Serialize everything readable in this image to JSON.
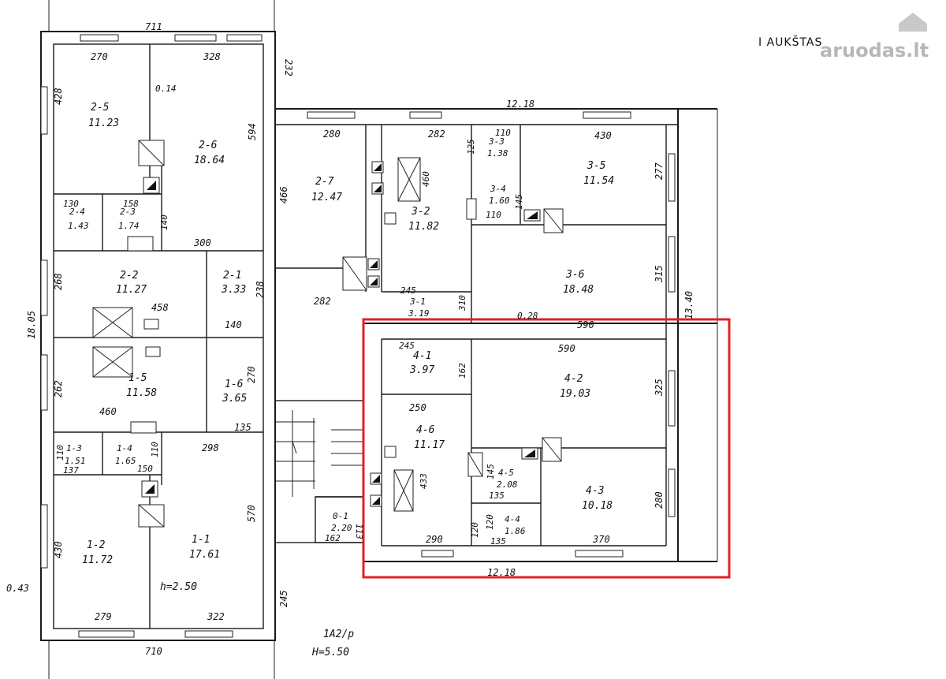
{
  "page_title": "I AUKŠTAS",
  "watermark": "aruodas.lt",
  "highlight_color": "#e0202a",
  "rooms": [
    {
      "id": "2-5",
      "area": "11.23"
    },
    {
      "id": "2-6",
      "area": "18.64"
    },
    {
      "id": "2-4",
      "area": "1.43"
    },
    {
      "id": "2-3",
      "area": "1.74"
    },
    {
      "id": "2-2",
      "area": "11.27"
    },
    {
      "id": "2-1",
      "area": "3.33"
    },
    {
      "id": "2-7",
      "area": "12.47"
    },
    {
      "id": "3-2",
      "area": "11.82"
    },
    {
      "id": "3-3",
      "area": "1.38"
    },
    {
      "id": "3-4",
      "area": "1.60"
    },
    {
      "id": "3-5",
      "area": "11.54"
    },
    {
      "id": "3-6",
      "area": "18.48"
    },
    {
      "id": "3-1",
      "area": "3.19"
    },
    {
      "id": "1-5",
      "area": "11.58"
    },
    {
      "id": "1-6",
      "area": "3.65"
    },
    {
      "id": "1-3",
      "area": "1.51"
    },
    {
      "id": "1-4",
      "area": "1.65"
    },
    {
      "id": "1-2",
      "area": "11.72"
    },
    {
      "id": "1-1",
      "area": "17.61"
    },
    {
      "id": "4-1",
      "area": "3.97"
    },
    {
      "id": "4-2",
      "area": "19.03"
    },
    {
      "id": "4-6",
      "area": "11.17"
    },
    {
      "id": "4-5",
      "area": "2.08"
    },
    {
      "id": "4-3",
      "area": "10.18"
    },
    {
      "id": "4-4",
      "area": "1.86"
    },
    {
      "id": "0-1",
      "area": "2.20"
    }
  ],
  "dimensions": [
    "711",
    "270",
    "328",
    "232",
    "0.14",
    "428",
    "594",
    "12.18",
    "280",
    "282",
    "110",
    "430",
    "125",
    "460",
    "466",
    "277",
    "130",
    "158",
    "110",
    "140",
    "300",
    "145",
    "268",
    "458",
    "238",
    "315",
    "282",
    "245",
    "310",
    "0.28",
    "590",
    "13.40",
    "18.05",
    "140",
    "245",
    "590",
    "262",
    "270",
    "162",
    "325",
    "460",
    "250",
    "135",
    "298",
    "110",
    "137",
    "150",
    "110",
    "145",
    "433",
    "135",
    "570",
    "280",
    "120",
    "120",
    "430",
    "162",
    "290",
    "135",
    "370",
    "12.18",
    "0.43",
    "279",
    "322",
    "245",
    "710",
    "113"
  ],
  "notes": {
    "height_note": "h=2.50",
    "code_note": "1A2/p",
    "total_height": "H=5.50"
  }
}
